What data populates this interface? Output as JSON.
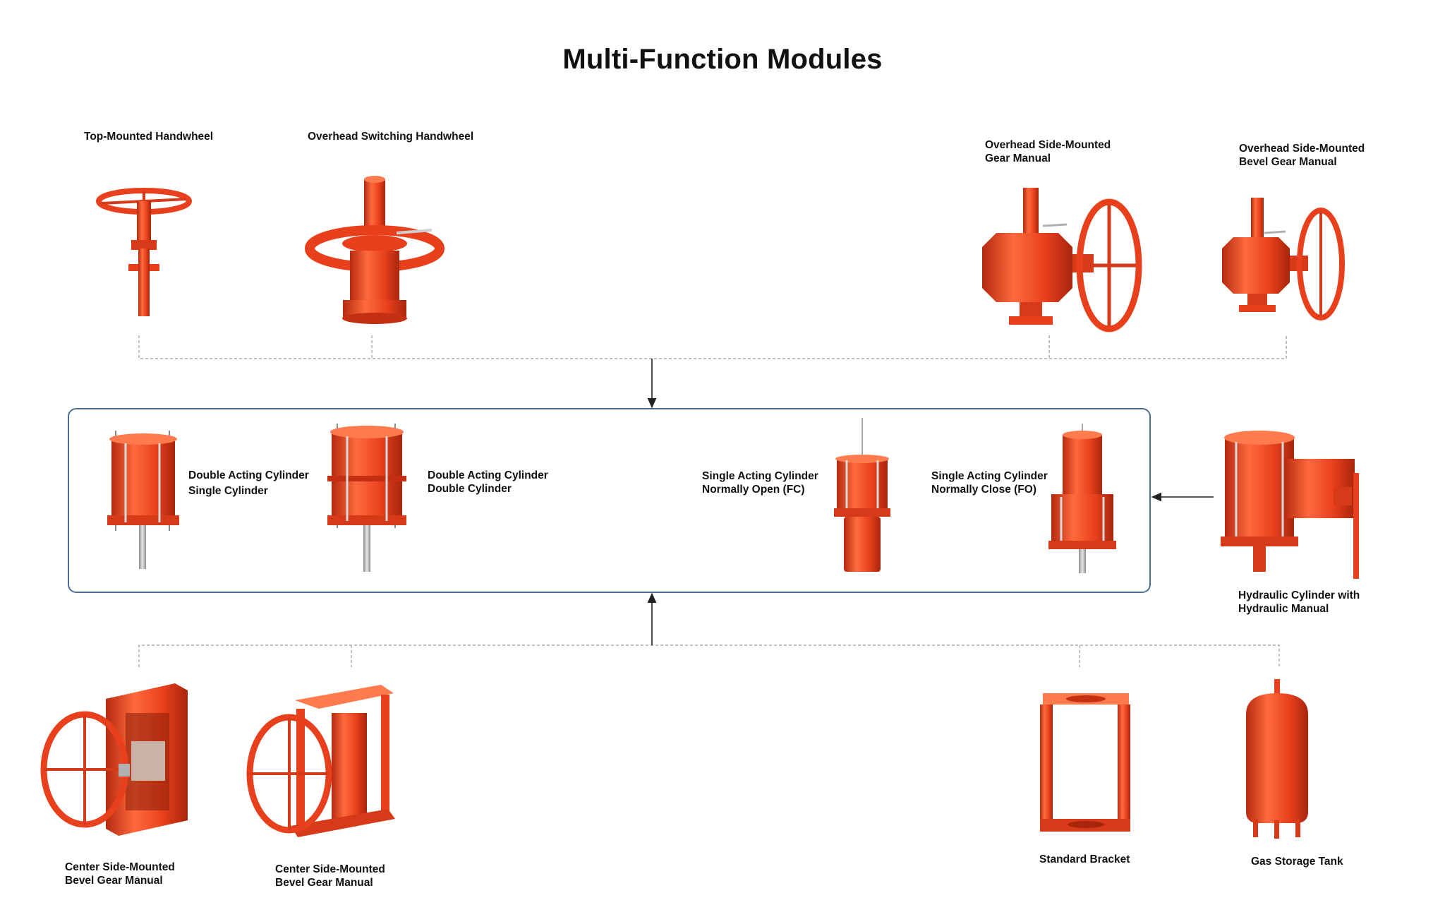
{
  "title": "Multi-Function Modules",
  "accent_color": "#e8401c",
  "frame_color": "#4a6d96",
  "modules": {
    "top_mounted_handwheel": {
      "label": [
        "Top-Mounted Handwheel"
      ],
      "icon": "handwheel-icon"
    },
    "overhead_switching_handwheel": {
      "label": [
        "Overhead Switching Handwheel"
      ],
      "icon": "switching-handwheel-icon"
    },
    "overhead_side_gear": {
      "label": [
        "Overhead Side-Mounted",
        "Gear Manual"
      ],
      "icon": "gear-manual-icon"
    },
    "overhead_side_bevel": {
      "label": [
        "Overhead Side-Mounted",
        "Bevel Gear Manual"
      ],
      "icon": "bevel-gear-manual-icon"
    },
    "double_acting_single": {
      "label": [
        "Double Acting Cylinder",
        "Single Cylinder"
      ],
      "icon": "cylinder-icon"
    },
    "double_acting_double": {
      "label": [
        "Double Acting Cylinder",
        "Double Cylinder"
      ],
      "icon": "cylinder-icon"
    },
    "single_acting_fc": {
      "label": [
        "Single Acting Cylinder",
        "Normally Open (FC)"
      ],
      "icon": "spring-cylinder-icon"
    },
    "single_acting_fo": {
      "label": [
        "Single Acting Cylinder",
        "Normally Close (FO)"
      ],
      "icon": "spring-cylinder-icon"
    },
    "hydraulic_cylinder": {
      "label": [
        "Hydraulic Cylinder with",
        "Hydraulic Manual"
      ],
      "icon": "hydraulic-cylinder-icon"
    },
    "center_side_bevel_1": {
      "label": [
        "Center Side-Mounted",
        "Bevel Gear Manual"
      ],
      "icon": "gearbox-handwheel-icon"
    },
    "center_side_bevel_2": {
      "label": [
        "Center Side-Mounted",
        "Bevel Gear Manual"
      ],
      "icon": "gearbox-handwheel-icon"
    },
    "standard_bracket": {
      "label": [
        "Standard Bracket"
      ],
      "icon": "bracket-icon"
    },
    "gas_storage_tank": {
      "label": [
        "Gas Storage Tank"
      ],
      "icon": "gas-tank-icon"
    }
  }
}
